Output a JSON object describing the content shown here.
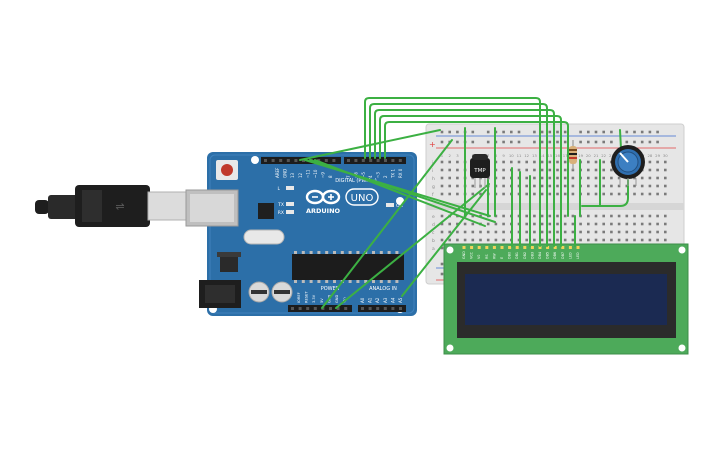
{
  "arduino": {
    "brand": "ARDUINO",
    "model": "UNO",
    "digital_header_label": "DIGITAL (PWM~)",
    "power_header_label": "POWER",
    "analog_header_label": "ANALOG IN",
    "aref_label": "AREF",
    "gnd_label": "GND",
    "led_l_label": "L",
    "tx_label": "TX",
    "rx_label": "RX",
    "on_label": "ON",
    "digital_pins": [
      "13",
      "12",
      "~11",
      "~10",
      "~9",
      "8",
      "7",
      "~6",
      "~5",
      "4",
      "~3",
      "2",
      "TX 1",
      "RX 0"
    ],
    "power_pins": [
      "IOREF",
      "RESET",
      "3.3V",
      "5V",
      "GND",
      "GND",
      "Vin"
    ],
    "analog_pins": [
      "A0",
      "A1",
      "A2",
      "A3",
      "A4",
      "A5"
    ]
  },
  "breadboard": {
    "row_letters_top": [
      "j",
      "i",
      "h",
      "g",
      "f"
    ],
    "row_letters_bottom": [
      "e",
      "d",
      "c",
      "b",
      "a"
    ],
    "column_numbers": [
      "1",
      "2",
      "3",
      "4",
      "5",
      "6",
      "7",
      "8",
      "9",
      "10",
      "11",
      "12",
      "13",
      "14",
      "15",
      "16",
      "17",
      "18",
      "19",
      "20",
      "21",
      "22",
      "23",
      "24",
      "25",
      "26",
      "27",
      "28",
      "29",
      "30"
    ],
    "rail_plus": "+",
    "rail_minus": "-"
  },
  "sensor": {
    "label": "TMP"
  },
  "lcd": {
    "pins": [
      "GND",
      "VCC",
      "V0",
      "RS",
      "RW",
      "E",
      "DB0",
      "DB1",
      "DB2",
      "DB3",
      "DB4",
      "DB5",
      "DB6",
      "DB7",
      "LED",
      "LED"
    ]
  },
  "colors": {
    "board": "#2c6fa8",
    "board_dark": "#1d5584",
    "wire": "#3cb043",
    "lcd_pcb": "#4daa5a",
    "lcd_screen": "#1b2a52",
    "breadboard": "#e6e6e6",
    "rail_red": "#e04040",
    "rail_blue": "#3a6bd1",
    "cable": "#1e1e1e"
  }
}
